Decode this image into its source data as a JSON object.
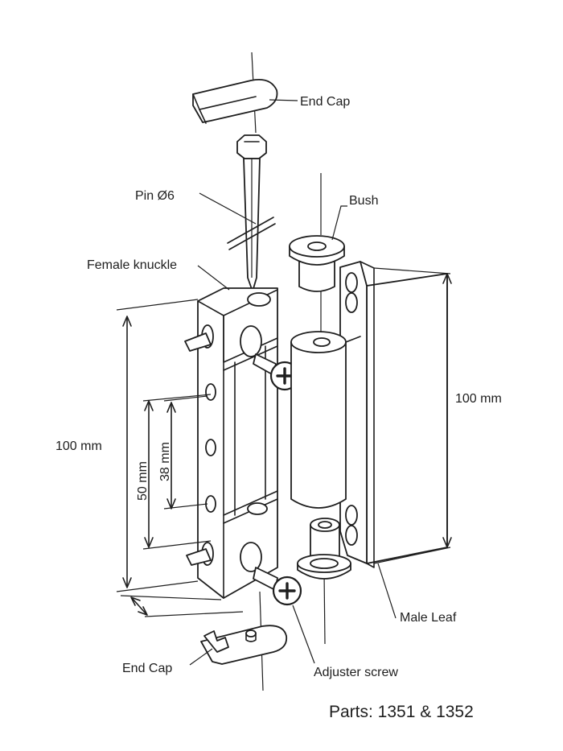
{
  "labels": {
    "end_cap_top": "End Cap",
    "pin": "Pin Ø6",
    "bush": "Bush",
    "female_knuckle": "Female knuckle",
    "dim_right": "100 mm",
    "dim_left": "100 mm",
    "dim_50": "50 mm",
    "dim_38": "38 mm",
    "male_leaf": "Male Leaf",
    "end_cap_bottom": "End Cap",
    "adjuster_screw": "Adjuster screw"
  },
  "footer": {
    "parts": "Parts: 1351 & 1352"
  },
  "colors": {
    "ink": "#1e1e1e",
    "background": "#ffffff"
  }
}
